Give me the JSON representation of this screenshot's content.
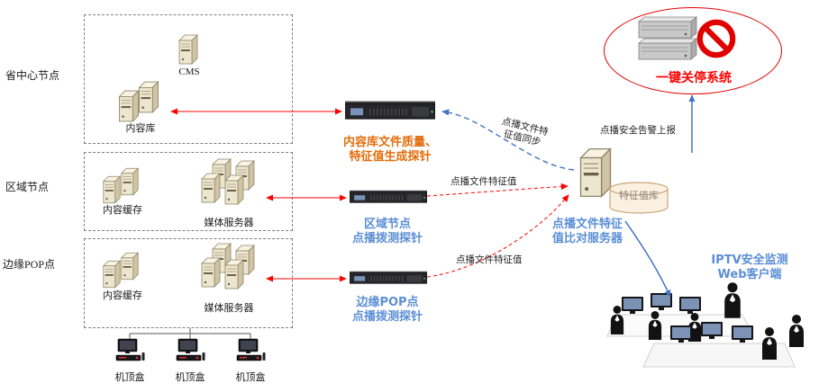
{
  "colors": {
    "accent_orange": "#E36C09",
    "accent_blue": "#5B8ED5",
    "accent_red": "#FF0000",
    "arrow_red": "#FF0000",
    "arrow_blue": "#4472C4",
    "box_border": "#808080",
    "cylinder_stroke": "#C9A677",
    "cylinder_fill": "#FBF1E2"
  },
  "groups": {
    "province": {
      "label": "省中心节点"
    },
    "region": {
      "label": "区域节点"
    },
    "edge_pop": {
      "label": "边缘POP点"
    }
  },
  "nodes": {
    "cms": {
      "label": "CMS"
    },
    "content_library": {
      "label": "内容库"
    },
    "region_cache": {
      "label": "内容缓存"
    },
    "region_media": {
      "label": "媒体服务器"
    },
    "edge_cache": {
      "label": "内容缓存"
    },
    "edge_media": {
      "label": "媒体服务器"
    },
    "stb": {
      "labels": [
        "机顶盒",
        "机顶盒",
        "机顶盒"
      ]
    },
    "probe_quality": {
      "label": "内容库文件质量、\n特征值生成探针"
    },
    "probe_region": {
      "label": "区域节点\n点播拨测探针"
    },
    "probe_edge": {
      "label": "边缘POP点\n点播拨测探针"
    },
    "shutdown_system": {
      "label": "一键关停系统"
    },
    "compare_server": {
      "label": "点播文件特征\n值比对服务器"
    },
    "feature_db": {
      "label": "特征值库"
    },
    "web_client": {
      "label": "IPTV安全监测\nWeb客户端"
    }
  },
  "edges": {
    "sync": {
      "label": "点播文件特\n征值同步"
    },
    "alarm_report": {
      "label": "点播安全告警上报"
    },
    "feature_value_region": {
      "label": "点播文件特征值"
    },
    "feature_value_edge": {
      "label": "点播文件特征值"
    }
  },
  "icons": {
    "tower_server_icon": "beige 3D tower server",
    "rack_probe_icon": "black rack probe device",
    "set_top_box_icon": "black set-top box with TV",
    "server_stack_icon": "gray stacked rack servers",
    "prohibition_icon": "red no-entry circle with slash",
    "database_cylinder_icon": "tan database cylinder",
    "operators_icon": "operators at monitoring workstations"
  }
}
